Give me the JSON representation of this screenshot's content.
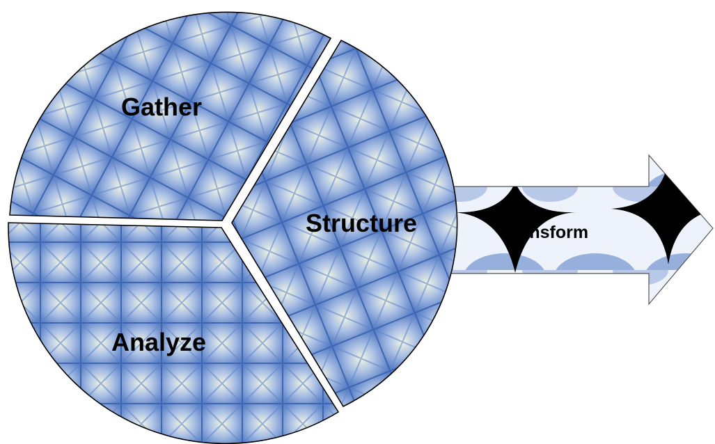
{
  "diagram": {
    "segments": [
      {
        "id": "gather",
        "label": "Gather"
      },
      {
        "id": "structure",
        "label": "Structure"
      },
      {
        "id": "analyze",
        "label": "Analyze"
      }
    ],
    "arrow": {
      "label": "Transform"
    },
    "colors": {
      "tile_dark": "#4a73bf",
      "tile_light": "#eef3dc",
      "arrow_fill_light": "#eef2fa",
      "arrow_fill_blue": "#4f78c4",
      "outline": "#000000",
      "background": "#ffffff"
    }
  }
}
